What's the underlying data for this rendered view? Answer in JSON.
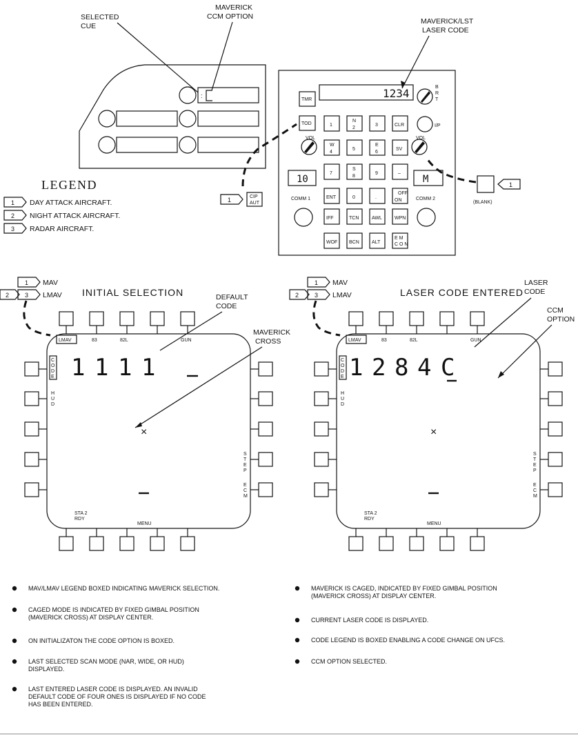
{
  "callouts": {
    "selected_cue": [
      "SELECTED",
      "CUE"
    ],
    "maverick_ccm_option": [
      "MAVERICK",
      "CCM OPTION"
    ],
    "maverick_lst_laser_code": [
      "MAVERICK/LST",
      "LASER CODE"
    ],
    "default_code": [
      "DEFAULT",
      "CODE"
    ],
    "maverick_cross": [
      "MAVERICK",
      "CROSS"
    ],
    "laser_code": [
      "LASER",
      "CODE"
    ],
    "ccm_option": [
      "CCM",
      "OPTION"
    ]
  },
  "legend": {
    "title": "LEGEND",
    "items": [
      {
        "num": "1",
        "text": "DAY ATTACK AIRCRAFT."
      },
      {
        "num": "2",
        "text": "NIGHT ATTACK AIRCRAFT."
      },
      {
        "num": "3",
        "text": "RADAR AIRCRAFT."
      }
    ]
  },
  "ufc": {
    "scratchpad": "1234",
    "brt_label": [
      "B",
      "R",
      "T"
    ],
    "tmr": "TMR",
    "tod": "TOD",
    "vol": "VOL",
    "ip": "I/P",
    "keypad": [
      [
        "1",
        "",
        ""
      ],
      [
        "2",
        "N",
        ""
      ],
      [
        "3",
        "",
        ""
      ],
      [
        "CLR",
        "",
        ""
      ],
      [
        "4",
        "W",
        ""
      ],
      [
        "5",
        "",
        ""
      ],
      [
        "6",
        "E",
        ""
      ],
      [
        "SV",
        "",
        ""
      ],
      [
        "7",
        "",
        ""
      ],
      [
        "8",
        "S",
        ""
      ],
      [
        "9",
        "",
        ""
      ],
      [
        "–",
        "",
        ""
      ],
      [
        "ENT",
        "",
        ""
      ],
      [
        "0",
        "",
        ""
      ],
      [
        ".",
        "",
        ""
      ],
      [
        "ON",
        "OFF",
        ""
      ]
    ],
    "comm1_value": "10",
    "comm2_value": "M",
    "comm1": "COMM 1",
    "comm2": "COMM 2",
    "row_keys": [
      "IFF",
      "TCN",
      "AWL",
      "WPN"
    ],
    "bottom_keys": [
      "WOF",
      "BCN",
      "ALT"
    ],
    "emcon": [
      "E M",
      "C O N"
    ],
    "cip": [
      "CIP",
      "AUT"
    ],
    "blank_note": "(BLANK)",
    "blank_callout": "1"
  },
  "displays": [
    {
      "title": "INITIAL SELECTION",
      "tag1": "1",
      "tag1_text": "MAV",
      "tag2": "2",
      "tag3": "3",
      "tag23_text": "LMAV",
      "top_labels": [
        "LMAV",
        "83",
        "82L",
        "",
        "GUN"
      ],
      "left_labels": [
        "CODE",
        "HUD"
      ],
      "right_labels": [
        "STEP",
        "ECM"
      ],
      "code_digits": "1111",
      "bottom_labels": [
        "STA 2",
        "RDY",
        "MENU"
      ],
      "cross": "×"
    },
    {
      "title": "LASER CODE ENTERED",
      "tag1": "1",
      "tag1_text": "MAV",
      "tag2": "2",
      "tag3": "3",
      "tag23_text": "LMAV",
      "top_labels": [
        "LMAV",
        "83",
        "82L",
        "",
        "GUN"
      ],
      "left_labels": [
        "CODE",
        "HUD"
      ],
      "right_labels": [
        "STEP",
        "ECM"
      ],
      "code_digits": "1284",
      "ccm_letter": "C",
      "bottom_labels": [
        "STA 2",
        "RDY",
        "MENU"
      ],
      "cross": "×"
    }
  ],
  "notes_left": [
    "MAV/LMAV LEGEND BOXED INDICATING MAVERICK SELECTION.",
    [
      "CAGED MODE IS INDICATED BY FIXED GIMBAL POSITION",
      "(MAVERICK CROSS) AT DISPLAY CENTER."
    ],
    "ON INITIALIZATON THE CODE OPTION IS BOXED.",
    [
      "LAST SELECTED SCAN MODE (NAR, WIDE, OR HUD)",
      "DISPLAYED."
    ],
    [
      "LAST ENTERED LASER CODE IS DISPLAYED. AN INVALID",
      "DEFAULT CODE OF FOUR ONES IS DISPLAYED IF NO CODE",
      "HAS BEEN ENTERED."
    ]
  ],
  "notes_right": [
    [
      "MAVERICK IS CAGED, INDICATED BY FIXED GIMBAL POSITION",
      "(MAVERICK CROSS) AT DISPLAY CENTER."
    ],
    "CURRENT LASER CODE IS DISPLAYED.",
    "CODE LEGEND IS BOXED ENABLING A CODE CHANGE ON UFCS.",
    "CCM OPTION SELECTED."
  ]
}
